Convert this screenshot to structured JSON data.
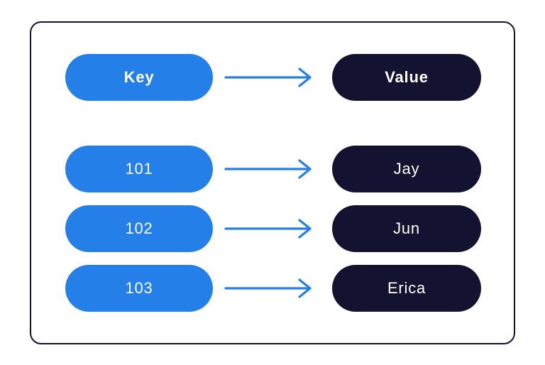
{
  "diagram": {
    "description": "key-value-map",
    "header": {
      "key": "Key",
      "value": "Value"
    },
    "rows": [
      {
        "key": "101",
        "value": "Jay"
      },
      {
        "key": "102",
        "value": "Jun"
      },
      {
        "key": "103",
        "value": "Erica"
      }
    ],
    "icons": {
      "arrow": "right-arrow"
    },
    "colors": {
      "key_pill": "#2480e8",
      "value_pill": "#131230",
      "arrow": "#2480e8",
      "frame_border": "#131230",
      "background": "#ffffff",
      "text": "#ffffff"
    }
  }
}
